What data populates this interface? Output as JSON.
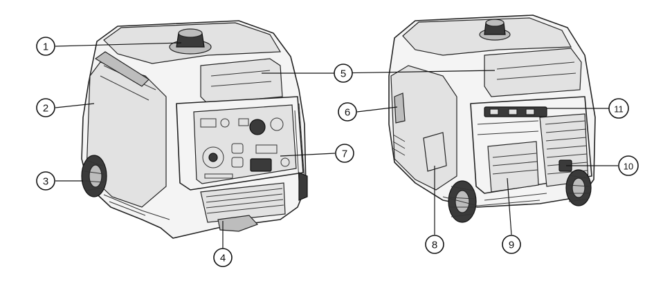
{
  "callouts": [
    {
      "id": "1",
      "label": "1"
    },
    {
      "id": "2",
      "label": "2"
    },
    {
      "id": "3",
      "label": "3"
    },
    {
      "id": "4",
      "label": "4"
    },
    {
      "id": "5",
      "label": "5"
    },
    {
      "id": "6",
      "label": "6"
    },
    {
      "id": "7",
      "label": "7"
    },
    {
      "id": "8",
      "label": "8"
    },
    {
      "id": "9",
      "label": "9"
    },
    {
      "id": "10",
      "label": "10"
    },
    {
      "id": "11",
      "label": "11"
    }
  ],
  "colors": {
    "line": "#222222",
    "background": "#ffffff"
  }
}
